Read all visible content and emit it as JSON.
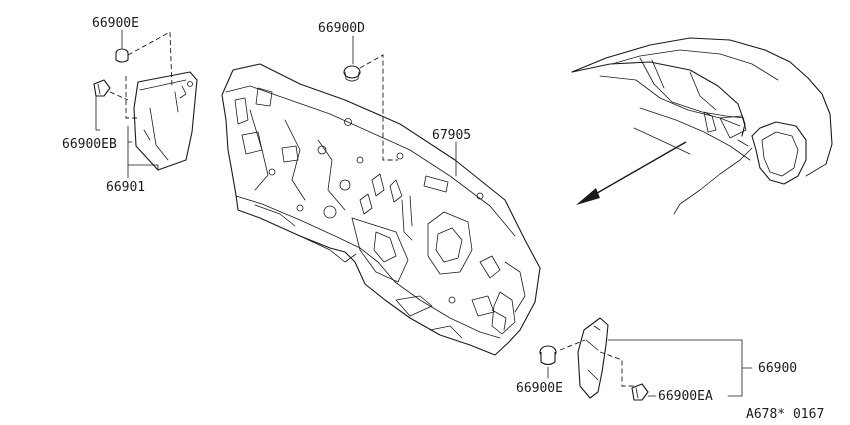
{
  "labels": {
    "p66900E_top": "66900E",
    "p66900D": "66900D",
    "p67905": "67905",
    "p66900EB": "66900EB",
    "p66901": "66901",
    "p66900": "66900",
    "p66900E_bottom": "66900E",
    "p66900EA": "66900EA",
    "diagram_code": "A678* 0167"
  }
}
